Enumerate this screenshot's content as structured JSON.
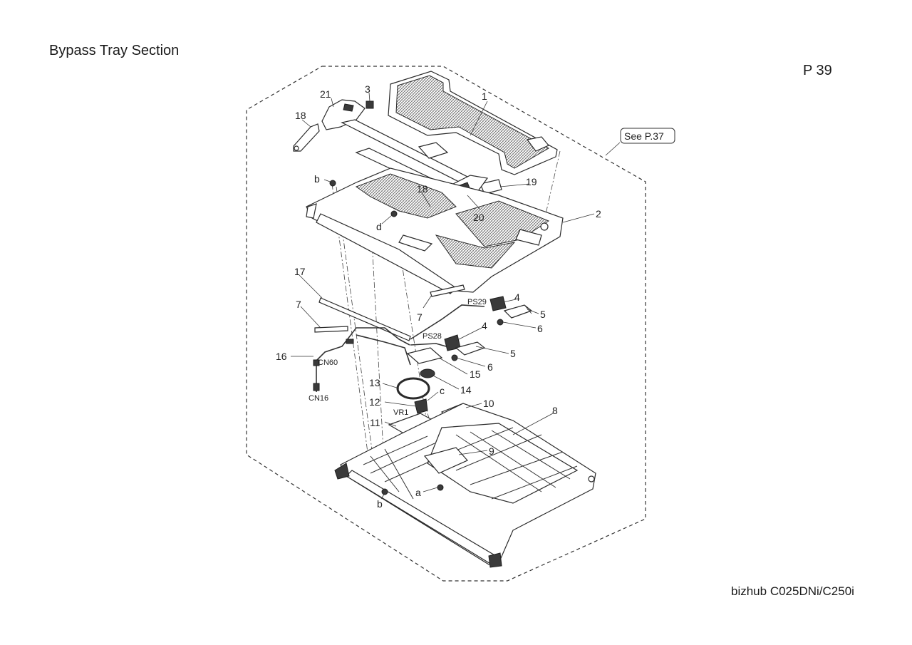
{
  "page_title": "Bypass Tray Section",
  "page_number": "P 39",
  "model_name": "bizhub C025DNi/C250i",
  "reference_note": "See P.37",
  "callouts": {
    "c1": "1",
    "c2": "2",
    "c3": "3",
    "c4a": "4",
    "c4b": "4",
    "c5a": "5",
    "c5b": "5",
    "c6a": "6",
    "c6b": "6",
    "c7a": "7",
    "c7b": "7",
    "c8": "8",
    "c9": "9",
    "c10": "10",
    "c11": "11",
    "c12": "12",
    "c13": "13",
    "c14": "14",
    "c15": "15",
    "c16": "16",
    "c17": "17",
    "c18a": "18",
    "c18b": "18",
    "c19": "19",
    "c20": "20",
    "c21": "21",
    "ca": "a",
    "cb1": "b",
    "cb2": "b",
    "cc": "c",
    "cd": "d"
  },
  "connector_labels": {
    "ps29": "PS29",
    "ps28": "PS28",
    "cn60": "CN60",
    "cn16": "CN16",
    "vr1": "VR1"
  }
}
